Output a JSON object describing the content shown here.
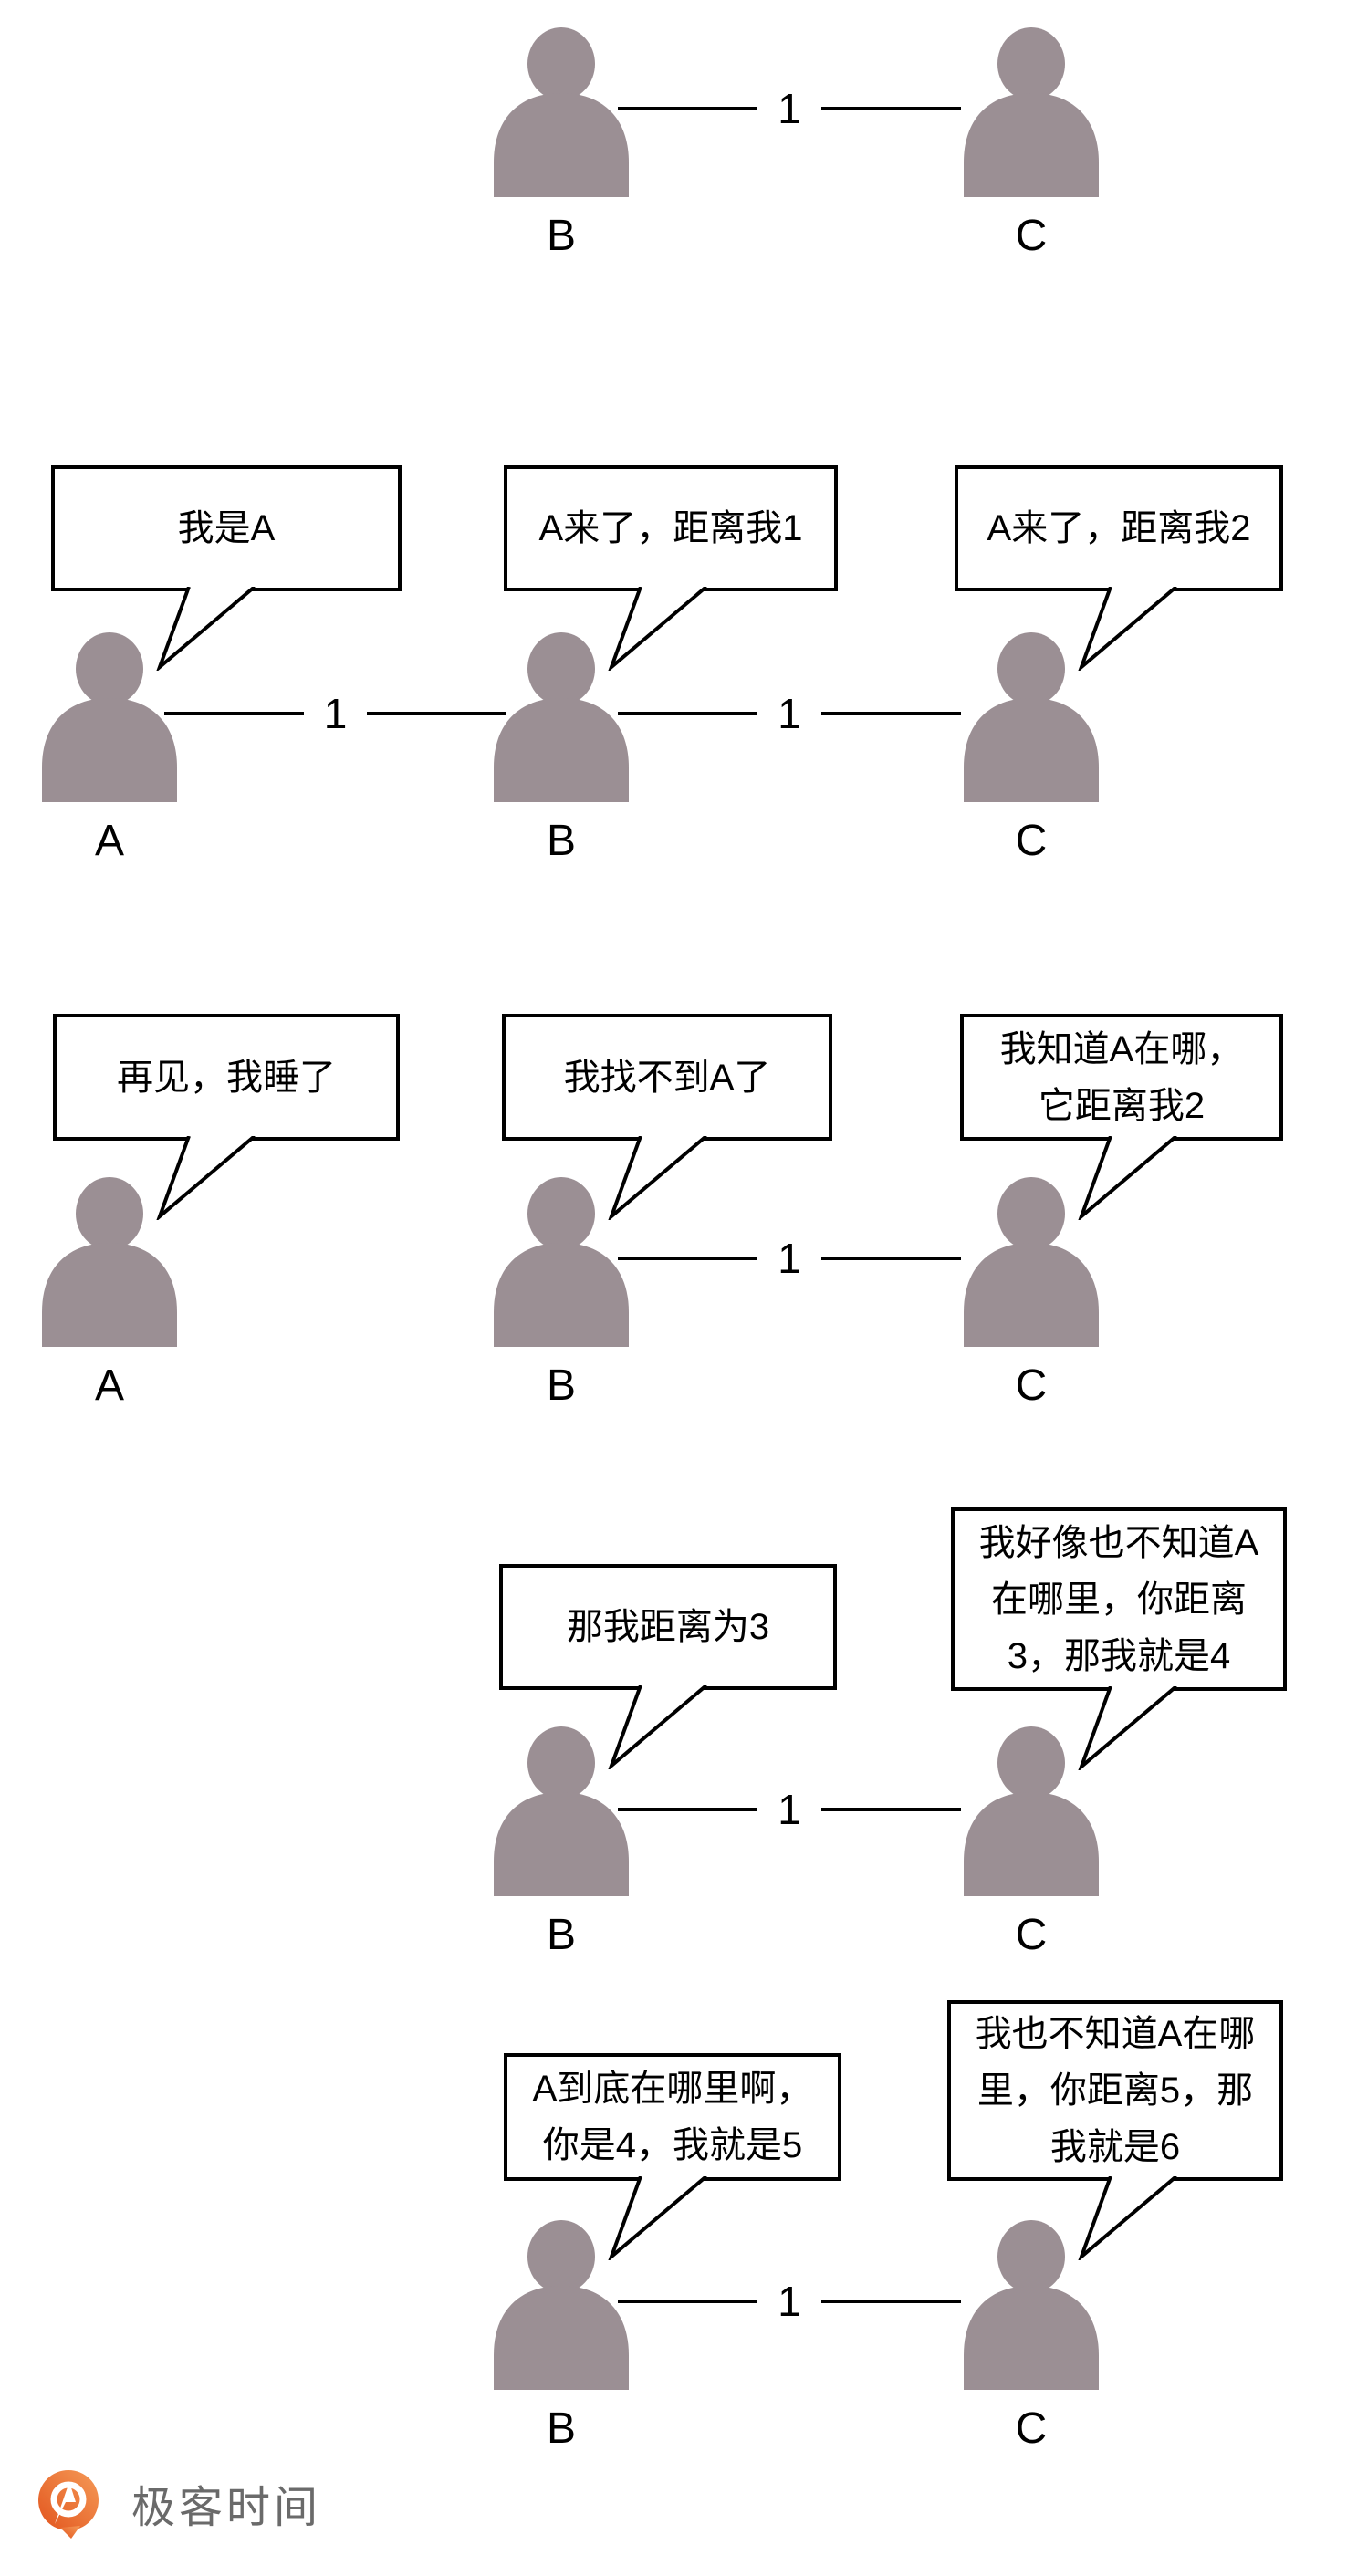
{
  "diagram_title": "distance-vector count-to-infinity illustration",
  "colors": {
    "background": "#ffffff",
    "person_fill": "#9b8f94",
    "line": "#000000",
    "bubble_border": "#000000",
    "bubble_background": "#ffffff",
    "brand_orange": "#ed6a2c",
    "brand_orange_light": "#f59a57",
    "brand_text_gray": "#6a6a6a"
  },
  "scenes": [
    {
      "persons": [
        {
          "label": "B"
        },
        {
          "label": "C"
        }
      ],
      "edges": [
        {
          "label": "1"
        }
      ],
      "bubbles": []
    },
    {
      "persons": [
        {
          "label": "A"
        },
        {
          "label": "B"
        },
        {
          "label": "C"
        }
      ],
      "edges": [
        {
          "label": "1"
        },
        {
          "label": "1"
        }
      ],
      "bubbles": [
        {
          "speaker": "A",
          "lines": [
            "我是A"
          ]
        },
        {
          "speaker": "B",
          "lines": [
            "A来了，距离我1"
          ]
        },
        {
          "speaker": "C",
          "lines": [
            "A来了，距离我2"
          ]
        }
      ]
    },
    {
      "persons": [
        {
          "label": "A"
        },
        {
          "label": "B"
        },
        {
          "label": "C"
        }
      ],
      "edges": [
        {
          "label": "1"
        }
      ],
      "bubbles": [
        {
          "speaker": "A",
          "lines": [
            "再见，我睡了"
          ]
        },
        {
          "speaker": "B",
          "lines": [
            "我找不到A了"
          ]
        },
        {
          "speaker": "C",
          "lines": [
            "我知道A在哪，",
            "它距离我2"
          ]
        }
      ]
    },
    {
      "persons": [
        {
          "label": "B"
        },
        {
          "label": "C"
        }
      ],
      "edges": [
        {
          "label": "1"
        }
      ],
      "bubbles": [
        {
          "speaker": "B",
          "lines": [
            "那我距离为3"
          ]
        },
        {
          "speaker": "C",
          "lines": [
            "我好像也不知道A",
            "在哪里，你距离",
            "3，那我就是4"
          ]
        }
      ]
    },
    {
      "persons": [
        {
          "label": "B"
        },
        {
          "label": "C"
        }
      ],
      "edges": [
        {
          "label": "1"
        }
      ],
      "bubbles": [
        {
          "speaker": "B",
          "lines": [
            "A到底在哪里啊，",
            "你是4，我就是5"
          ]
        },
        {
          "speaker": "C",
          "lines": [
            "我也不知道A在哪",
            "里，你距离5，那",
            "我就是6"
          ]
        }
      ]
    }
  ],
  "footer": {
    "brand": "极客时间"
  }
}
